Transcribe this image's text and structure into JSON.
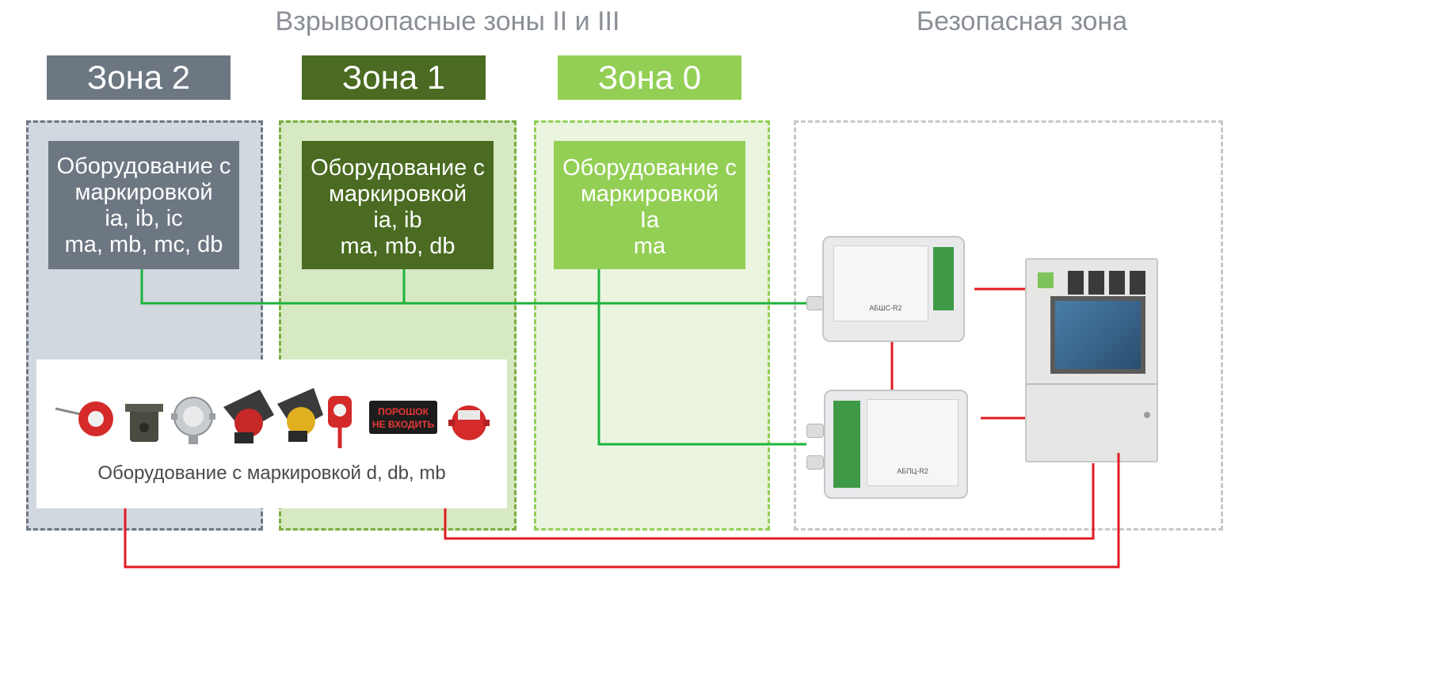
{
  "headers": {
    "hazardous": "Взрывоопасные зоны II и III",
    "safe": "Безопасная зона"
  },
  "zones": [
    {
      "label": "Зона 2",
      "color": "#6d7782",
      "area_bg": "#d2d8e0",
      "area_border": "#6d7782",
      "equipment_lines": [
        "Оборудование с",
        "маркировкой",
        "ia, ib, ic",
        "ma, mb, mc, db"
      ]
    },
    {
      "label": "Зона 1",
      "color": "#4a6b21",
      "area_bg": "#d6e9c3",
      "area_border": "#7aad3f",
      "equipment_lines": [
        "Оборудование с",
        "маркировкой",
        "ia, ib",
        "ma, mb, db"
      ]
    },
    {
      "label": "Зона 0",
      "color": "#93cf55",
      "area_bg": "#eaf4df",
      "area_border": "#93cf55",
      "equipment_lines": [
        "Оборудование с",
        "маркировкой",
        "Ia",
        "ma"
      ]
    }
  ],
  "explosion_proof_panel": {
    "caption": "Оборудование с маркировкой d, db, mb",
    "sign_text": [
      "ПОРОШОК",
      "НЕ ВХОДИТЬ"
    ]
  },
  "devices": {
    "module_top_label": "АБШС-R2",
    "module_bottom_label": "АБПЦ-R2"
  },
  "colors": {
    "green_wire": "#1db33c",
    "red_wire": "#e11b22",
    "safe_border": "#c8c8c8",
    "header_text": "#8a8f96"
  }
}
